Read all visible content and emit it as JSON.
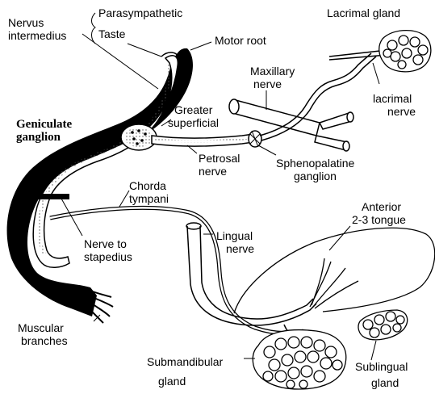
{
  "labels": {
    "nervus_intermedius": [
      "Nervus",
      "intermedius"
    ],
    "parasympathetic": "Parasympathetic",
    "taste": "Taste",
    "motor_root": "Motor root",
    "lacrimal_gland": "Lacrimal gland",
    "maxillary_nerve": [
      "Maxillary",
      "nerve"
    ],
    "lacrimal_nerve": [
      "lacrimal",
      "nerve"
    ],
    "greater_superficial": [
      "Greater",
      "superficial"
    ],
    "geniculate_ganglion": [
      "Geniculate",
      "ganglion"
    ],
    "petrosal_nerve": [
      "Petrosal",
      "nerve"
    ],
    "sphenopalatine_ganglion": [
      "Sphenopalatine",
      "ganglion"
    ],
    "chorda_tympani": [
      "Chorda",
      "tympani"
    ],
    "anterior_tongue": [
      "Anterior",
      "2-3 tongue"
    ],
    "lingual_nerve": [
      "Lingual",
      "nerve"
    ],
    "nerve_to_stapedius": [
      "Nerve to",
      "stapedius"
    ],
    "muscular_branches": [
      "Muscular",
      "branches"
    ],
    "submandibular_gland": [
      "Submandibular",
      "gland"
    ],
    "sublingual_gland": [
      "Sublingual",
      "gland"
    ]
  },
  "colors": {
    "ink": "#000000",
    "paper": "#ffffff",
    "stipple": "#555555"
  }
}
